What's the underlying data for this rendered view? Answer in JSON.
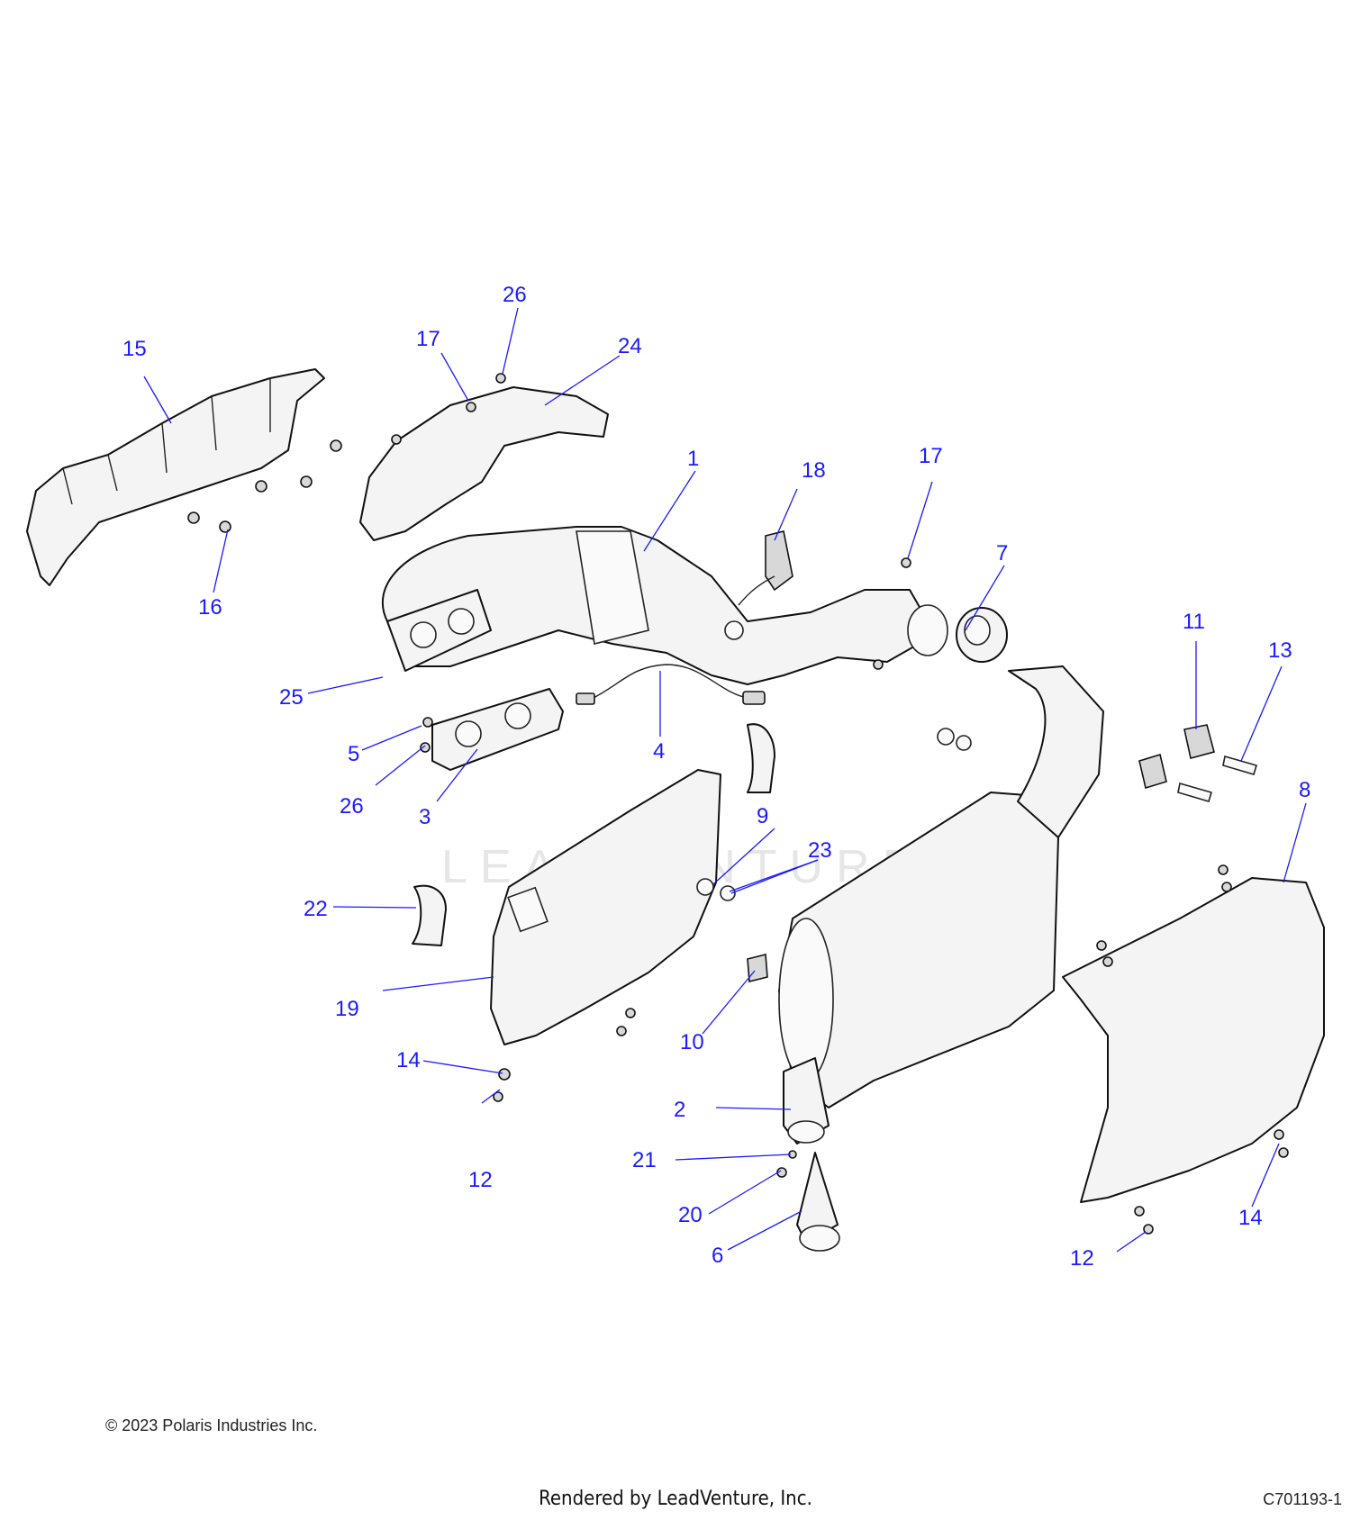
{
  "diagram": {
    "callouts": [
      {
        "id": "c1",
        "label": "1"
      },
      {
        "id": "c2",
        "label": "2"
      },
      {
        "id": "c3",
        "label": "3"
      },
      {
        "id": "c4",
        "label": "4"
      },
      {
        "id": "c5",
        "label": "5"
      },
      {
        "id": "c6",
        "label": "6"
      },
      {
        "id": "c7",
        "label": "7"
      },
      {
        "id": "c8",
        "label": "8"
      },
      {
        "id": "c9",
        "label": "9"
      },
      {
        "id": "c10",
        "label": "10"
      },
      {
        "id": "c11",
        "label": "11"
      },
      {
        "id": "c12a",
        "label": "12"
      },
      {
        "id": "c12b",
        "label": "12"
      },
      {
        "id": "c13",
        "label": "13"
      },
      {
        "id": "c14a",
        "label": "14"
      },
      {
        "id": "c14b",
        "label": "14"
      },
      {
        "id": "c15",
        "label": "15"
      },
      {
        "id": "c16",
        "label": "16"
      },
      {
        "id": "c17a",
        "label": "17"
      },
      {
        "id": "c17b",
        "label": "17"
      },
      {
        "id": "c18",
        "label": "18"
      },
      {
        "id": "c19",
        "label": "19"
      },
      {
        "id": "c20",
        "label": "20"
      },
      {
        "id": "c21",
        "label": "21"
      },
      {
        "id": "c22",
        "label": "22"
      },
      {
        "id": "c23",
        "label": "23"
      },
      {
        "id": "c24",
        "label": "24"
      },
      {
        "id": "c25",
        "label": "25"
      },
      {
        "id": "c26a",
        "label": "26"
      },
      {
        "id": "c26b",
        "label": "26"
      }
    ],
    "watermark": "LEADVENTURE",
    "colors": {
      "callout": "#1a1aff",
      "line": "#111111",
      "watermark": "#e6e6e6"
    }
  },
  "footer": {
    "copyright": "© 2023 Polaris Industries Inc.",
    "rendered_by": "Rendered by LeadVenture, Inc.",
    "diagram_code": "C701193-1"
  }
}
